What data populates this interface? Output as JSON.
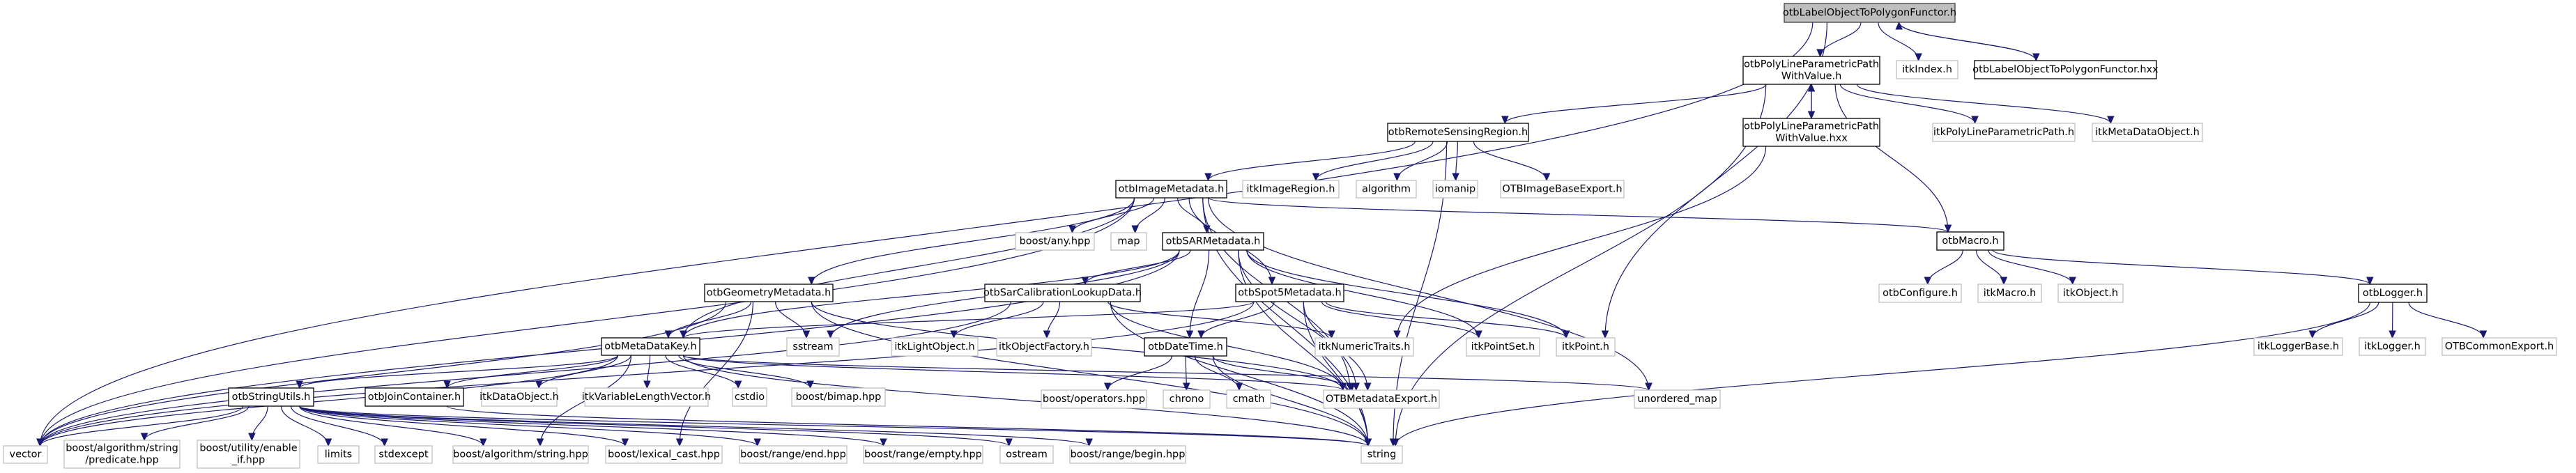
{
  "diagram": {
    "type": "include-dependency-graph",
    "colors": {
      "edge": "#191970",
      "root_fill": "#bfbfbf",
      "documented_border": "#000000",
      "external_border": "#bfbfbf"
    },
    "nodes": [
      {
        "id": "root",
        "label": [
          "otbLabelObjectToPolygonFunctor.h"
        ],
        "kind": "root"
      },
      {
        "id": "polyline_h",
        "label": [
          "otbPolyLineParametricPath",
          "WithValue.h"
        ],
        "kind": "doc"
      },
      {
        "id": "itkIndex",
        "label": [
          "itkIndex.h"
        ],
        "kind": "ext"
      },
      {
        "id": "root_hxx",
        "label": [
          "otbLabelObjectToPolygonFunctor.hxx"
        ],
        "kind": "doc"
      },
      {
        "id": "rsr",
        "label": [
          "otbRemoteSensingRegion.h"
        ],
        "kind": "doc"
      },
      {
        "id": "polyline_hxx",
        "label": [
          "otbPolyLineParametricPath",
          "WithValue.hxx"
        ],
        "kind": "doc"
      },
      {
        "id": "itkPolyLinePP",
        "label": [
          "itkPolyLineParametricPath.h"
        ],
        "kind": "ext"
      },
      {
        "id": "itkMetaDataObject",
        "label": [
          "itkMetaDataObject.h"
        ],
        "kind": "ext"
      },
      {
        "id": "imgmeta",
        "label": [
          "otbImageMetadata.h"
        ],
        "kind": "doc"
      },
      {
        "id": "itkImageRegion",
        "label": [
          "itkImageRegion.h"
        ],
        "kind": "ext"
      },
      {
        "id": "algorithm",
        "label": [
          "algorithm"
        ],
        "kind": "ext"
      },
      {
        "id": "iomanip",
        "label": [
          "iomanip"
        ],
        "kind": "ext"
      },
      {
        "id": "OTBImageBaseExport",
        "label": [
          "OTBImageBaseExport.h"
        ],
        "kind": "ext"
      },
      {
        "id": "boost_any",
        "label": [
          "boost/any.hpp"
        ],
        "kind": "ext"
      },
      {
        "id": "map",
        "label": [
          "map"
        ],
        "kind": "ext"
      },
      {
        "id": "sarmeta",
        "label": [
          "otbSARMetadata.h"
        ],
        "kind": "doc"
      },
      {
        "id": "macro",
        "label": [
          "otbMacro.h"
        ],
        "kind": "doc"
      },
      {
        "id": "geometa",
        "label": [
          "otbGeometryMetadata.h"
        ],
        "kind": "doc"
      },
      {
        "id": "sarcal",
        "label": [
          "otbSarCalibrationLookupData.h"
        ],
        "kind": "doc"
      },
      {
        "id": "spot5",
        "label": [
          "otbSpot5Metadata.h"
        ],
        "kind": "doc"
      },
      {
        "id": "otbConfigure",
        "label": [
          "otbConfigure.h"
        ],
        "kind": "ext"
      },
      {
        "id": "itkMacro",
        "label": [
          "itkMacro.h"
        ],
        "kind": "ext"
      },
      {
        "id": "itkObject",
        "label": [
          "itkObject.h"
        ],
        "kind": "ext"
      },
      {
        "id": "logger",
        "label": [
          "otbLogger.h"
        ],
        "kind": "doc"
      },
      {
        "id": "metadatakey",
        "label": [
          "otbMetaDataKey.h"
        ],
        "kind": "doc"
      },
      {
        "id": "sstream",
        "label": [
          "sstream"
        ],
        "kind": "ext"
      },
      {
        "id": "itkLightObject",
        "label": [
          "itkLightObject.h"
        ],
        "kind": "ext"
      },
      {
        "id": "itkObjectFactory",
        "label": [
          "itkObjectFactory.h"
        ],
        "kind": "ext"
      },
      {
        "id": "datetime",
        "label": [
          "otbDateTime.h"
        ],
        "kind": "doc"
      },
      {
        "id": "itkNumericTraits",
        "label": [
          "itkNumericTraits.h"
        ],
        "kind": "ext"
      },
      {
        "id": "itkPointSet",
        "label": [
          "itkPointSet.h"
        ],
        "kind": "ext"
      },
      {
        "id": "itkPoint",
        "label": [
          "itkPoint.h"
        ],
        "kind": "ext"
      },
      {
        "id": "itkLoggerBase",
        "label": [
          "itkLoggerBase.h"
        ],
        "kind": "ext"
      },
      {
        "id": "itkLogger",
        "label": [
          "itkLogger.h"
        ],
        "kind": "ext"
      },
      {
        "id": "OTBCommonExport",
        "label": [
          "OTBCommonExport.h"
        ],
        "kind": "ext"
      },
      {
        "id": "stringutils",
        "label": [
          "otbStringUtils.h"
        ],
        "kind": "doc"
      },
      {
        "id": "joincontainer",
        "label": [
          "otbJoinContainer.h"
        ],
        "kind": "doc"
      },
      {
        "id": "itkDataObject",
        "label": [
          "itkDataObject.h"
        ],
        "kind": "ext"
      },
      {
        "id": "itkVLV",
        "label": [
          "itkVariableLengthVector.h"
        ],
        "kind": "ext"
      },
      {
        "id": "cstdio",
        "label": [
          "cstdio"
        ],
        "kind": "ext"
      },
      {
        "id": "boost_bimap",
        "label": [
          "boost/bimap.hpp"
        ],
        "kind": "ext"
      },
      {
        "id": "boost_operators",
        "label": [
          "boost/operators.hpp"
        ],
        "kind": "ext"
      },
      {
        "id": "chrono",
        "label": [
          "chrono"
        ],
        "kind": "ext"
      },
      {
        "id": "cmath",
        "label": [
          "cmath"
        ],
        "kind": "ext"
      },
      {
        "id": "OTBMetadataExport",
        "label": [
          "OTBMetadataExport.h"
        ],
        "kind": "ext"
      },
      {
        "id": "unordered_map",
        "label": [
          "unordered_map"
        ],
        "kind": "ext"
      },
      {
        "id": "vector",
        "label": [
          "vector"
        ],
        "kind": "ext"
      },
      {
        "id": "predicate",
        "label": [
          "boost/algorithm/string",
          "/predicate.hpp"
        ],
        "kind": "ext"
      },
      {
        "id": "enable_if",
        "label": [
          "boost/utility/enable",
          "_if.hpp"
        ],
        "kind": "ext"
      },
      {
        "id": "limits",
        "label": [
          "limits"
        ],
        "kind": "ext"
      },
      {
        "id": "stdexcept",
        "label": [
          "stdexcept"
        ],
        "kind": "ext"
      },
      {
        "id": "algo_string",
        "label": [
          "boost/algorithm/string.hpp"
        ],
        "kind": "ext"
      },
      {
        "id": "lexical_cast",
        "label": [
          "boost/lexical_cast.hpp"
        ],
        "kind": "ext"
      },
      {
        "id": "range_end",
        "label": [
          "boost/range/end.hpp"
        ],
        "kind": "ext"
      },
      {
        "id": "range_empty",
        "label": [
          "boost/range/empty.hpp"
        ],
        "kind": "ext"
      },
      {
        "id": "ostream",
        "label": [
          "ostream"
        ],
        "kind": "ext"
      },
      {
        "id": "range_begin",
        "label": [
          "boost/range/begin.hpp"
        ],
        "kind": "ext"
      },
      {
        "id": "string",
        "label": [
          "string"
        ],
        "kind": "ext"
      }
    ],
    "edges": [
      [
        "root",
        "polyline_h"
      ],
      [
        "root",
        "itkIndex"
      ],
      [
        "root",
        "root_hxx"
      ],
      [
        "root_hxx",
        "root"
      ],
      [
        "root",
        "vector"
      ],
      [
        "root",
        "itkPoint"
      ],
      [
        "polyline_h",
        "rsr"
      ],
      [
        "polyline_h",
        "polyline_hxx"
      ],
      [
        "polyline_hxx",
        "polyline_h"
      ],
      [
        "polyline_h",
        "itkPolyLinePP"
      ],
      [
        "polyline_h",
        "itkMetaDataObject"
      ],
      [
        "polyline_h",
        "macro"
      ],
      [
        "polyline_h",
        "string"
      ],
      [
        "polyline_hxx",
        "itkNumericTraits"
      ],
      [
        "rsr",
        "imgmeta"
      ],
      [
        "rsr",
        "itkImageRegion"
      ],
      [
        "rsr",
        "algorithm"
      ],
      [
        "rsr",
        "iomanip"
      ],
      [
        "rsr",
        "OTBImageBaseExport"
      ],
      [
        "rsr",
        "string"
      ],
      [
        "imgmeta",
        "boost_any"
      ],
      [
        "imgmeta",
        "map"
      ],
      [
        "imgmeta",
        "sarmeta"
      ],
      [
        "imgmeta",
        "spot5"
      ],
      [
        "imgmeta",
        "geometa"
      ],
      [
        "imgmeta",
        "metadatakey"
      ],
      [
        "imgmeta",
        "macro"
      ],
      [
        "imgmeta",
        "vector"
      ],
      [
        "imgmeta",
        "OTBMetadataExport"
      ],
      [
        "imgmeta",
        "string"
      ],
      [
        "imgmeta",
        "unordered_map"
      ],
      [
        "sarmeta",
        "sarcal"
      ],
      [
        "sarmeta",
        "datetime"
      ],
      [
        "sarmeta",
        "metadatakey"
      ],
      [
        "sarmeta",
        "itkPointSet"
      ],
      [
        "sarmeta",
        "itkPoint"
      ],
      [
        "sarmeta",
        "OTBMetadataExport"
      ],
      [
        "sarmeta",
        "vector"
      ],
      [
        "sarmeta",
        "string"
      ],
      [
        "sarmeta",
        "sstream"
      ],
      [
        "geometa",
        "metadatakey"
      ],
      [
        "geometa",
        "sstream"
      ],
      [
        "geometa",
        "vector"
      ],
      [
        "geometa",
        "string"
      ],
      [
        "geometa",
        "OTBMetadataExport"
      ],
      [
        "geometa",
        "lexical_cast"
      ],
      [
        "sarcal",
        "itkLightObject"
      ],
      [
        "sarcal",
        "itkObjectFactory"
      ],
      [
        "sarcal",
        "itkNumericTraits"
      ],
      [
        "sarcal",
        "OTBMetadataExport"
      ],
      [
        "sarcal",
        "vector"
      ],
      [
        "sarcal",
        "string"
      ],
      [
        "spot5",
        "datetime"
      ],
      [
        "spot5",
        "metadatakey"
      ],
      [
        "spot5",
        "itkPointSet"
      ],
      [
        "spot5",
        "itkPoint"
      ],
      [
        "spot5",
        "OTBMetadataExport"
      ],
      [
        "spot5",
        "string"
      ],
      [
        "spot5",
        "vector"
      ],
      [
        "macro",
        "otbConfigure"
      ],
      [
        "macro",
        "itkMacro"
      ],
      [
        "macro",
        "itkObject"
      ],
      [
        "macro",
        "logger"
      ],
      [
        "logger",
        "itkLoggerBase"
      ],
      [
        "logger",
        "itkLogger"
      ],
      [
        "logger",
        "OTBCommonExport"
      ],
      [
        "logger",
        "string"
      ],
      [
        "metadatakey",
        "stringutils"
      ],
      [
        "metadatakey",
        "joincontainer"
      ],
      [
        "metadatakey",
        "itkDataObject"
      ],
      [
        "metadatakey",
        "itkVLV"
      ],
      [
        "metadatakey",
        "cstdio"
      ],
      [
        "metadatakey",
        "boost_bimap"
      ],
      [
        "metadatakey",
        "OTBMetadataExport"
      ],
      [
        "metadatakey",
        "unordered_map"
      ],
      [
        "metadatakey",
        "vector"
      ],
      [
        "metadatakey",
        "string"
      ],
      [
        "metadatakey",
        "algo_string"
      ],
      [
        "datetime",
        "boost_operators"
      ],
      [
        "datetime",
        "chrono"
      ],
      [
        "datetime",
        "cmath"
      ],
      [
        "datetime",
        "OTBMetadataExport"
      ],
      [
        "datetime",
        "string"
      ],
      [
        "stringutils",
        "vector"
      ],
      [
        "stringutils",
        "predicate"
      ],
      [
        "stringutils",
        "enable_if"
      ],
      [
        "stringutils",
        "limits"
      ],
      [
        "stringutils",
        "stdexcept"
      ],
      [
        "stringutils",
        "algo_string"
      ],
      [
        "stringutils",
        "lexical_cast"
      ],
      [
        "stringutils",
        "range_end"
      ],
      [
        "stringutils",
        "range_empty"
      ],
      [
        "stringutils",
        "ostream"
      ],
      [
        "stringutils",
        "range_begin"
      ],
      [
        "stringutils",
        "string"
      ],
      [
        "joincontainer",
        "string"
      ]
    ]
  }
}
